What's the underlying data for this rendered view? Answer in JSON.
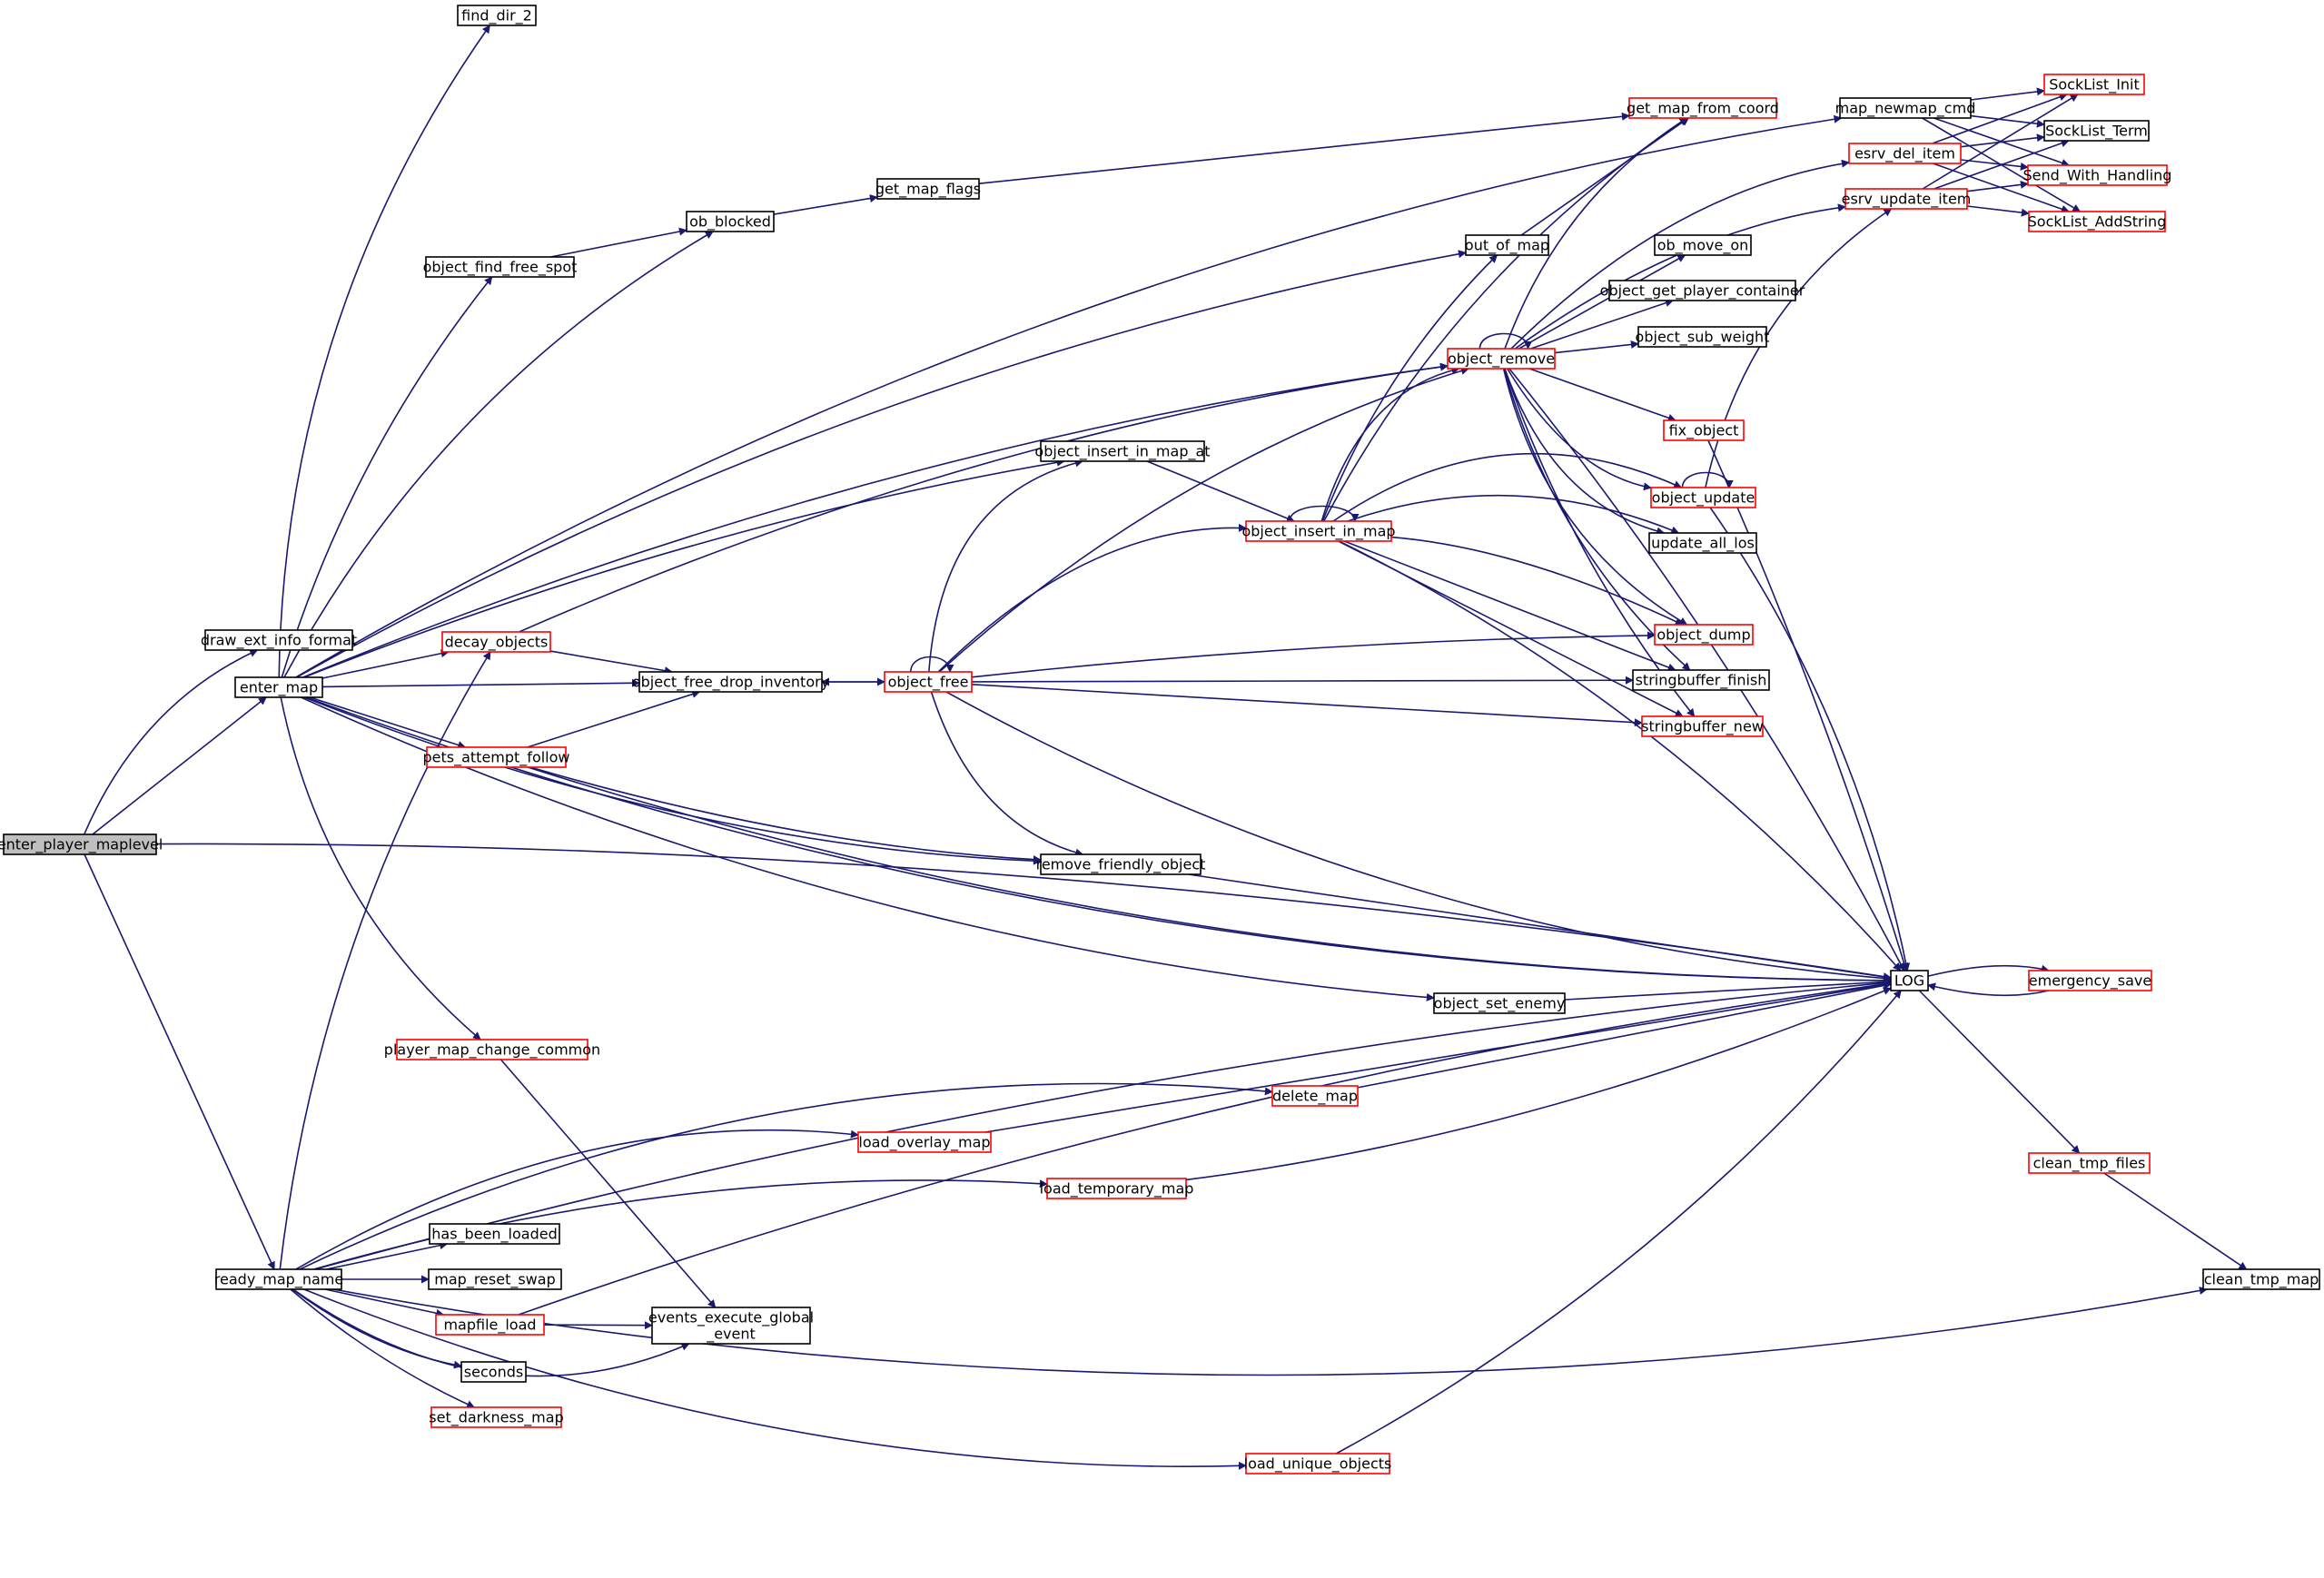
{
  "diagram": {
    "type": "call-graph",
    "colors": {
      "edge": "#191970",
      "node_border": "#000000",
      "node_border_truncated": "#ff0000",
      "root_fill": "#bfbfbf",
      "node_fill": "#ffffff"
    },
    "nodes": [
      {
        "id": "enter_player_maplevel",
        "label": "enter_player_maplevel",
        "style": "root"
      },
      {
        "id": "draw_ext_info_format",
        "label": "draw_ext_info_format",
        "style": "normal"
      },
      {
        "id": "enter_map",
        "label": "enter_map",
        "style": "normal"
      },
      {
        "id": "ready_map_name",
        "label": "ready_map_name",
        "style": "normal"
      },
      {
        "id": "find_dir_2",
        "label": "find_dir_2",
        "style": "normal"
      },
      {
        "id": "object_find_free_spot",
        "label": "object_find_free_spot",
        "style": "normal"
      },
      {
        "id": "ob_blocked",
        "label": "ob_blocked",
        "style": "normal"
      },
      {
        "id": "get_map_flags",
        "label": "get_map_flags",
        "style": "normal"
      },
      {
        "id": "get_map_from_coord",
        "label": "get_map_from_coord",
        "style": "truncated"
      },
      {
        "id": "map_newmap_cmd",
        "label": "map_newmap_cmd",
        "style": "normal"
      },
      {
        "id": "SockList_Init",
        "label": "SockList_Init",
        "style": "truncated"
      },
      {
        "id": "SockList_Term",
        "label": "SockList_Term",
        "style": "normal"
      },
      {
        "id": "Send_With_Handling",
        "label": "Send_With_Handling",
        "style": "truncated"
      },
      {
        "id": "SockList_AddString",
        "label": "SockList_AddString",
        "style": "truncated"
      },
      {
        "id": "esrv_del_item",
        "label": "esrv_del_item",
        "style": "truncated"
      },
      {
        "id": "esrv_update_item",
        "label": "esrv_update_item",
        "style": "truncated"
      },
      {
        "id": "out_of_map",
        "label": "out_of_map",
        "style": "normal"
      },
      {
        "id": "ob_move_on",
        "label": "ob_move_on",
        "style": "normal"
      },
      {
        "id": "object_get_player_container",
        "label": "object_get_player_container",
        "style": "normal"
      },
      {
        "id": "object_sub_weight",
        "label": "object_sub_weight",
        "style": "normal"
      },
      {
        "id": "object_remove",
        "label": "object_remove",
        "style": "truncated"
      },
      {
        "id": "fix_object",
        "label": "fix_object",
        "style": "truncated"
      },
      {
        "id": "object_update",
        "label": "object_update",
        "style": "truncated"
      },
      {
        "id": "update_all_los",
        "label": "update_all_los",
        "style": "normal"
      },
      {
        "id": "object_insert_in_map_at",
        "label": "object_insert_in_map_at",
        "style": "normal"
      },
      {
        "id": "object_insert_in_map",
        "label": "object_insert_in_map",
        "style": "truncated"
      },
      {
        "id": "object_dump",
        "label": "object_dump",
        "style": "truncated"
      },
      {
        "id": "stringbuffer_finish",
        "label": "stringbuffer_finish",
        "style": "normal"
      },
      {
        "id": "stringbuffer_new",
        "label": "stringbuffer_new",
        "style": "truncated"
      },
      {
        "id": "decay_objects",
        "label": "decay_objects",
        "style": "truncated"
      },
      {
        "id": "object_free_drop_inventory",
        "label": "object_free_drop_inventory",
        "style": "normal"
      },
      {
        "id": "object_free",
        "label": "object_free",
        "style": "truncated"
      },
      {
        "id": "pets_attempt_follow",
        "label": "pets_attempt_follow",
        "style": "truncated"
      },
      {
        "id": "remove_friendly_object",
        "label": "remove_friendly_object",
        "style": "normal"
      },
      {
        "id": "LOG",
        "label": "LOG",
        "style": "normal"
      },
      {
        "id": "emergency_save",
        "label": "emergency_save",
        "style": "truncated"
      },
      {
        "id": "object_set_enemy",
        "label": "object_set_enemy",
        "style": "normal"
      },
      {
        "id": "player_map_change_common",
        "label": "player_map_change_common",
        "style": "truncated"
      },
      {
        "id": "delete_map",
        "label": "delete_map",
        "style": "truncated"
      },
      {
        "id": "load_overlay_map",
        "label": "load_overlay_map",
        "style": "truncated"
      },
      {
        "id": "load_temporary_map",
        "label": "load_temporary_map",
        "style": "truncated"
      },
      {
        "id": "clean_tmp_files",
        "label": "clean_tmp_files",
        "style": "truncated"
      },
      {
        "id": "clean_tmp_map",
        "label": "clean_tmp_map",
        "style": "normal"
      },
      {
        "id": "has_been_loaded",
        "label": "has_been_loaded",
        "style": "normal"
      },
      {
        "id": "map_reset_swap",
        "label": "map_reset_swap",
        "style": "normal"
      },
      {
        "id": "mapfile_load",
        "label": "mapfile_load",
        "style": "truncated"
      },
      {
        "id": "events_execute_global_event",
        "label": "events_execute_global_event",
        "lines": [
          "events_execute_global",
          "_event"
        ],
        "style": "normal"
      },
      {
        "id": "seconds",
        "label": "seconds",
        "style": "normal"
      },
      {
        "id": "set_darkness_map",
        "label": "set_darkness_map",
        "style": "truncated"
      },
      {
        "id": "load_unique_objects",
        "label": "load_unique_objects",
        "style": "truncated"
      }
    ],
    "edges": [
      [
        "enter_player_maplevel",
        "draw_ext_info_format"
      ],
      [
        "enter_player_maplevel",
        "enter_map"
      ],
      [
        "enter_player_maplevel",
        "ready_map_name"
      ],
      [
        "enter_player_maplevel",
        "LOG"
      ],
      [
        "enter_map",
        "find_dir_2"
      ],
      [
        "enter_map",
        "map_newmap_cmd"
      ],
      [
        "enter_map",
        "ob_blocked"
      ],
      [
        "enter_map",
        "object_find_free_spot"
      ],
      [
        "enter_map",
        "out_of_map"
      ],
      [
        "enter_map",
        "object_remove"
      ],
      [
        "enter_map",
        "object_insert_in_map_at"
      ],
      [
        "enter_map",
        "decay_objects"
      ],
      [
        "enter_map",
        "object_free_drop_inventory"
      ],
      [
        "enter_map",
        "pets_attempt_follow"
      ],
      [
        "enter_map",
        "remove_friendly_object"
      ],
      [
        "enter_map",
        "LOG"
      ],
      [
        "enter_map",
        "object_set_enemy"
      ],
      [
        "enter_map",
        "player_map_change_common"
      ],
      [
        "object_find_free_spot",
        "ob_blocked"
      ],
      [
        "ob_blocked",
        "get_map_flags"
      ],
      [
        "get_map_flags",
        "get_map_from_coord"
      ],
      [
        "map_newmap_cmd",
        "SockList_Init"
      ],
      [
        "map_newmap_cmd",
        "SockList_Term"
      ],
      [
        "map_newmap_cmd",
        "Send_With_Handling"
      ],
      [
        "map_newmap_cmd",
        "SockList_AddString"
      ],
      [
        "esrv_del_item",
        "SockList_Init"
      ],
      [
        "esrv_del_item",
        "SockList_Term"
      ],
      [
        "esrv_del_item",
        "Send_With_Handling"
      ],
      [
        "esrv_del_item",
        "SockList_AddString"
      ],
      [
        "esrv_update_item",
        "SockList_Init"
      ],
      [
        "esrv_update_item",
        "SockList_Term"
      ],
      [
        "esrv_update_item",
        "Send_With_Handling"
      ],
      [
        "esrv_update_item",
        "SockList_AddString"
      ],
      [
        "out_of_map",
        "get_map_from_coord"
      ],
      [
        "object_remove",
        "get_map_from_coord"
      ],
      [
        "object_remove",
        "esrv_del_item"
      ],
      [
        "object_remove",
        "esrv_update_item"
      ],
      [
        "object_remove",
        "ob_move_on"
      ],
      [
        "object_remove",
        "object_get_player_container"
      ],
      [
        "object_remove",
        "object_sub_weight"
      ],
      [
        "object_remove",
        "object_remove"
      ],
      [
        "object_remove",
        "fix_object"
      ],
      [
        "object_remove",
        "object_update"
      ],
      [
        "object_remove",
        "update_all_los"
      ],
      [
        "object_remove",
        "object_dump"
      ],
      [
        "object_remove",
        "stringbuffer_finish"
      ],
      [
        "object_remove",
        "stringbuffer_new"
      ],
      [
        "object_remove",
        "LOG"
      ],
      [
        "fix_object",
        "LOG"
      ],
      [
        "object_update",
        "object_update"
      ],
      [
        "object_update",
        "esrv_update_item"
      ],
      [
        "object_update",
        "LOG"
      ],
      [
        "object_insert_in_map_at",
        "object_insert_in_map"
      ],
      [
        "object_insert_in_map",
        "object_insert_in_map"
      ],
      [
        "object_insert_in_map",
        "get_map_from_coord"
      ],
      [
        "object_insert_in_map",
        "out_of_map"
      ],
      [
        "object_insert_in_map",
        "object_remove"
      ],
      [
        "object_insert_in_map",
        "object_update"
      ],
      [
        "object_insert_in_map",
        "update_all_los"
      ],
      [
        "object_insert_in_map",
        "object_dump"
      ],
      [
        "object_insert_in_map",
        "stringbuffer_finish"
      ],
      [
        "object_insert_in_map",
        "stringbuffer_new"
      ],
      [
        "object_insert_in_map",
        "LOG"
      ],
      [
        "decay_objects",
        "object_remove"
      ],
      [
        "decay_objects",
        "object_free_drop_inventory"
      ],
      [
        "object_free_drop_inventory",
        "object_free"
      ],
      [
        "object_free",
        "object_free"
      ],
      [
        "object_free",
        "object_free_drop_inventory"
      ],
      [
        "object_free",
        "object_insert_in_map_at"
      ],
      [
        "object_free",
        "object_insert_in_map"
      ],
      [
        "object_free",
        "object_remove"
      ],
      [
        "object_free",
        "object_dump"
      ],
      [
        "object_free",
        "stringbuffer_finish"
      ],
      [
        "object_free",
        "stringbuffer_new"
      ],
      [
        "object_free",
        "remove_friendly_object"
      ],
      [
        "object_free",
        "LOG"
      ],
      [
        "pets_attempt_follow",
        "object_free_drop_inventory"
      ],
      [
        "pets_attempt_follow",
        "remove_friendly_object"
      ],
      [
        "pets_attempt_follow",
        "LOG"
      ],
      [
        "remove_friendly_object",
        "LOG"
      ],
      [
        "object_set_enemy",
        "LOG"
      ],
      [
        "LOG",
        "emergency_save"
      ],
      [
        "emergency_save",
        "LOG"
      ],
      [
        "LOG",
        "clean_tmp_files"
      ],
      [
        "clean_tmp_files",
        "clean_tmp_map"
      ],
      [
        "player_map_change_common",
        "events_execute_global_event"
      ],
      [
        "ready_map_name",
        "decay_objects"
      ],
      [
        "ready_map_name",
        "delete_map"
      ],
      [
        "ready_map_name",
        "load_overlay_map"
      ],
      [
        "ready_map_name",
        "load_temporary_map"
      ],
      [
        "ready_map_name",
        "has_been_loaded"
      ],
      [
        "ready_map_name",
        "map_reset_swap"
      ],
      [
        "ready_map_name",
        "mapfile_load"
      ],
      [
        "ready_map_name",
        "events_execute_global_event"
      ],
      [
        "ready_map_name",
        "seconds"
      ],
      [
        "ready_map_name",
        "set_darkness_map"
      ],
      [
        "ready_map_name",
        "load_unique_objects"
      ],
      [
        "ready_map_name",
        "clean_tmp_map"
      ],
      [
        "ready_map_name",
        "LOG"
      ],
      [
        "mapfile_load",
        "events_execute_global_event"
      ],
      [
        "mapfile_load",
        "LOG"
      ],
      [
        "delete_map",
        "LOG"
      ],
      [
        "load_overlay_map",
        "LOG"
      ],
      [
        "load_temporary_map",
        "LOG"
      ],
      [
        "load_unique_objects",
        "LOG"
      ]
    ]
  }
}
